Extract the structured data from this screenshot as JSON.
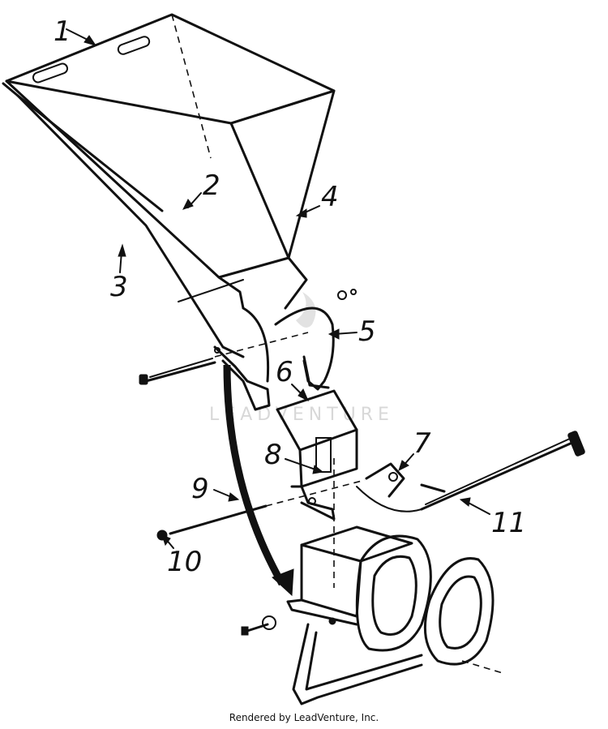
{
  "watermark": "LEADVENTURE",
  "callouts": [
    {
      "id": "1",
      "label": "1"
    },
    {
      "id": "2",
      "label": "2"
    },
    {
      "id": "3",
      "label": "3"
    },
    {
      "id": "4",
      "label": "4"
    },
    {
      "id": "5",
      "label": "5"
    },
    {
      "id": "6",
      "label": "6"
    },
    {
      "id": "7",
      "label": "7"
    },
    {
      "id": "8",
      "label": "8"
    },
    {
      "id": "9",
      "label": "9"
    },
    {
      "id": "10",
      "label": "10"
    },
    {
      "id": "11",
      "label": "11"
    }
  ],
  "footer": "Rendered by LeadVenture, Inc."
}
